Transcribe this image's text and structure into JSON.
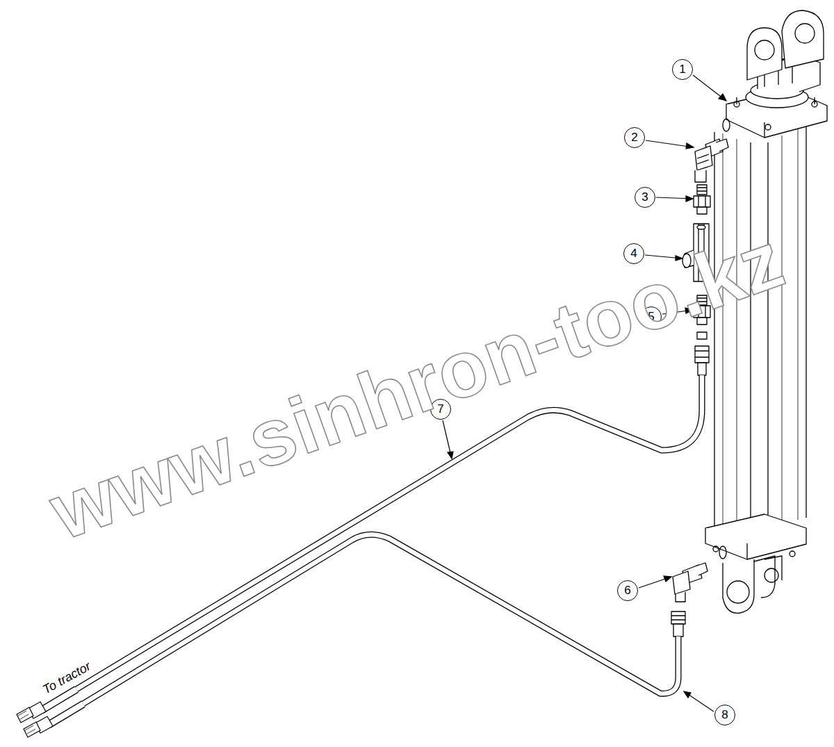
{
  "diagram": {
    "labels": [
      "1",
      "2",
      "3",
      "4",
      "5",
      "6",
      "7",
      "8",
      "To tractor",
      "www.sinhron-too.kz"
    ]
  }
}
